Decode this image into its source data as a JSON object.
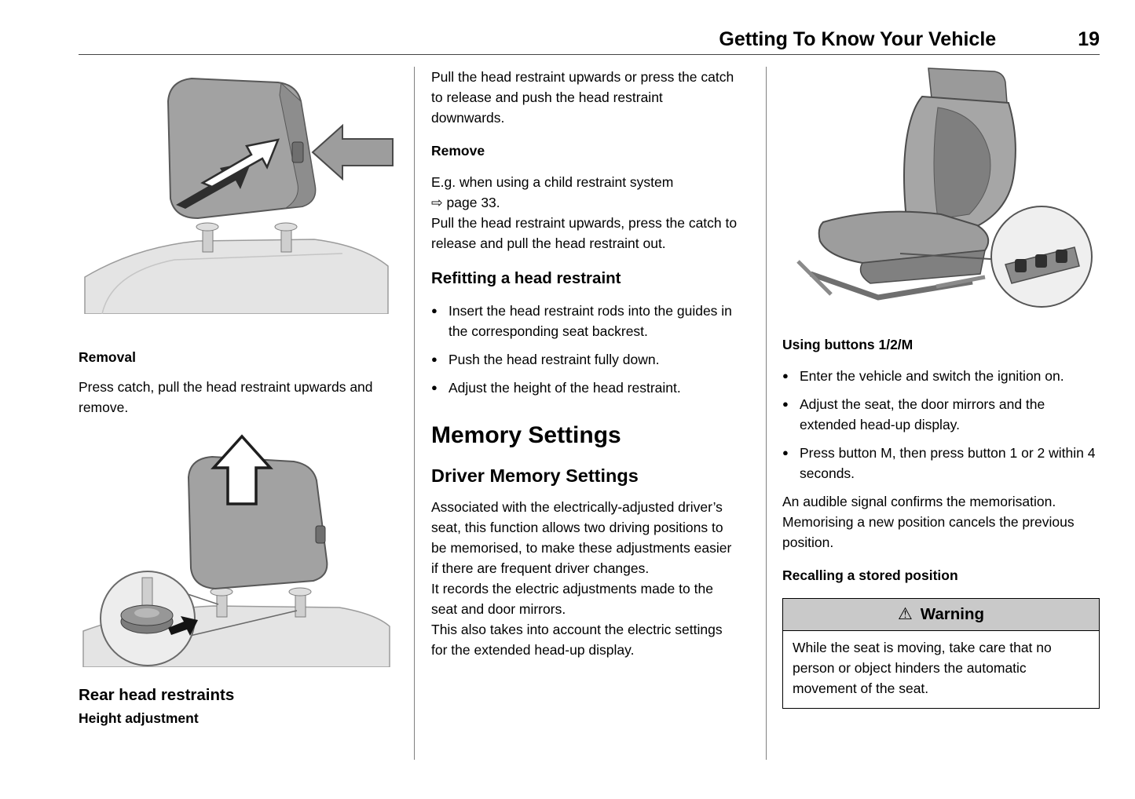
{
  "header": {
    "title": "Getting To Know Your Vehicle",
    "page_number": "19"
  },
  "col1": {
    "figure1_caption": "Removal",
    "para1": "Press catch, pull the head restraint upwards and remove.",
    "figure2_caption_title": "Rear head restraints",
    "figure2_caption_sub": "Height adjustment"
  },
  "col2": {
    "para_intro": "Pull the head restraint upwards or press the catch to release and push the head restraint downwards.",
    "heading_remove": "Remove",
    "para_remove_line1": "E.g. when using a child restraint system",
    "para_remove_line2": "⇨ page 33.",
    "para_remove_2": "Pull the head restraint upwards, press the catch to release and pull the head restraint out.",
    "heading_refitting": "Refitting a head restraint",
    "bullets": [
      "Insert the head restraint rods into the guides in the corresponding seat backrest.",
      "Push the head restraint fully down.",
      "Adjust the height of the head restraint."
    ],
    "heading_memory": "Memory Settings",
    "heading_driver_memory": "Driver Memory Settings",
    "para_memory_1": "Associated with the electrically-adjusted driver’s seat, this function allows two driving positions to be memorised, to make these adjustments easier if there are frequent driver changes.",
    "para_memory_2": "It records the electric adjustments made to the seat and door mirrors.",
    "para_memory_3": "This also takes into account the electric settings for the extended head-up display."
  },
  "col3": {
    "heading_buttons": "Using buttons 1/2/M",
    "bullets": [
      "Enter the vehicle and switch the ignition on.",
      "Adjust the seat, the door mirrors and the extended head-up display.",
      "Press button M, then press button 1 or 2 within 4 seconds."
    ],
    "para_signal": "An audible signal confirms the memorisation. Memorising a new position cancels the previous position.",
    "heading_recall": "Recalling a stored position",
    "warning": {
      "icon": "⚠",
      "title": "Warning",
      "body": "While the seat is moving, take care that no person or object hinders the automatic movement of the seat."
    }
  }
}
